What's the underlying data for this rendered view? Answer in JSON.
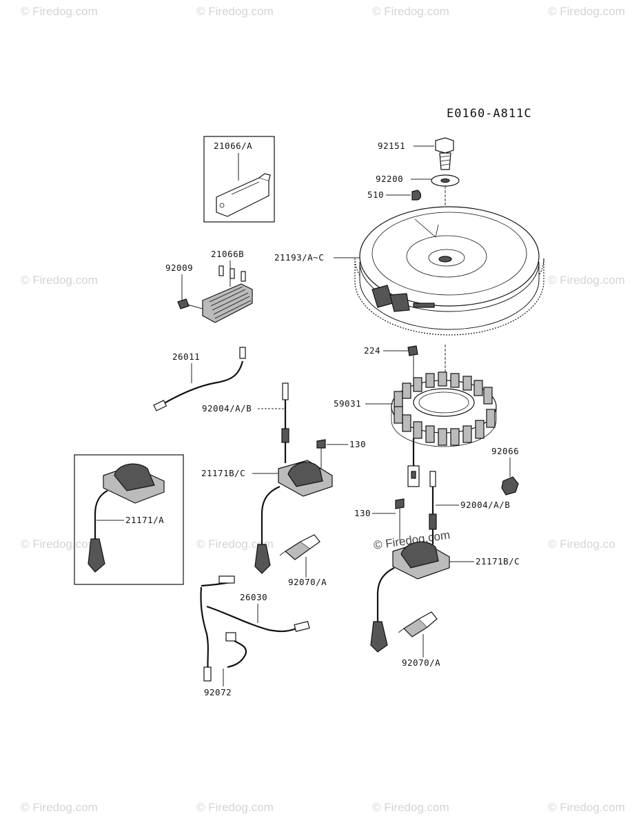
{
  "diagram_code": "E0160-A811C",
  "watermark": {
    "text": "© Firedog.com",
    "short_text": "© Firedog.co",
    "center_text": "© Firedog.com"
  },
  "labels": {
    "p21066A": "21066/A",
    "p21066B": "21066B",
    "p92009": "92009",
    "p26011": "26011",
    "p92004_left": "92004/A/B",
    "p130_left": "130",
    "p21171BC_left": "21171B/C",
    "p21171A": "21171/A",
    "p92070A_left": "92070/A",
    "p26030": "26030",
    "p92072": "92072",
    "p92151": "92151",
    "p92200": "92200",
    "p510": "510",
    "p21193": "21193/A~C",
    "p224": "224",
    "p59031": "59031",
    "p92066": "92066",
    "p130_right": "130",
    "p92004_right": "92004/A/B",
    "p21171BC_right": "21171B/C",
    "p92070A_right": "92070/A"
  }
}
